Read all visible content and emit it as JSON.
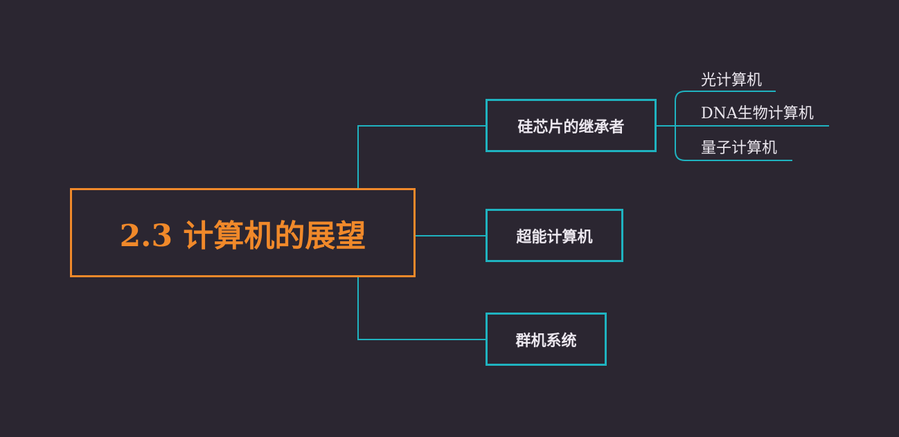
{
  "diagram": {
    "root": {
      "label": "2.3 计算机的展望"
    },
    "branches": [
      {
        "label": "硅芯片的继承者",
        "children": [
          {
            "label": "光计算机"
          },
          {
            "label": "DNA生物计算机"
          },
          {
            "label": "量子计算机"
          }
        ]
      },
      {
        "label": "超能计算机"
      },
      {
        "label": "群机系统"
      }
    ]
  },
  "colors": {
    "background": "#2b2631",
    "root_accent": "#f0892a",
    "branch_accent": "#1fb3c0",
    "text": "#ebe7ee"
  }
}
